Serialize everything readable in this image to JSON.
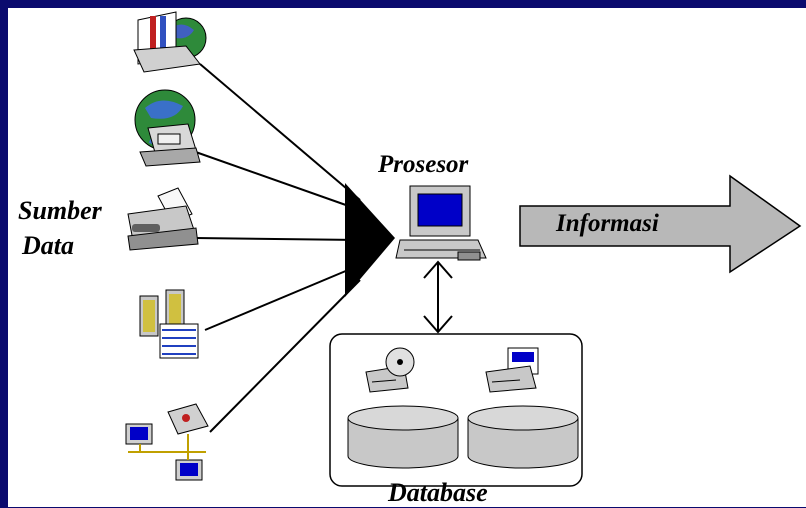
{
  "labels": {
    "sumber": "Sumber",
    "data": "Data",
    "prosesor": "Prosesor",
    "informasi": "Informasi",
    "database": "Database"
  },
  "icons": {
    "source_1": "mail-globe-icon",
    "source_2": "telephone-globe-icon",
    "source_3": "fax-machine-icon",
    "source_4": "film-reel-icon",
    "source_5": "network-computers-icon",
    "processor": "computer-icon",
    "db_1": "cd-drive-icon",
    "db_2": "floppy-drive-icon"
  },
  "colors": {
    "background_border": "#0a0a6e",
    "arrow_fill": "#b8b8b8",
    "cylinder_fill": "#c8c8c8",
    "screen": "#0000c8"
  }
}
